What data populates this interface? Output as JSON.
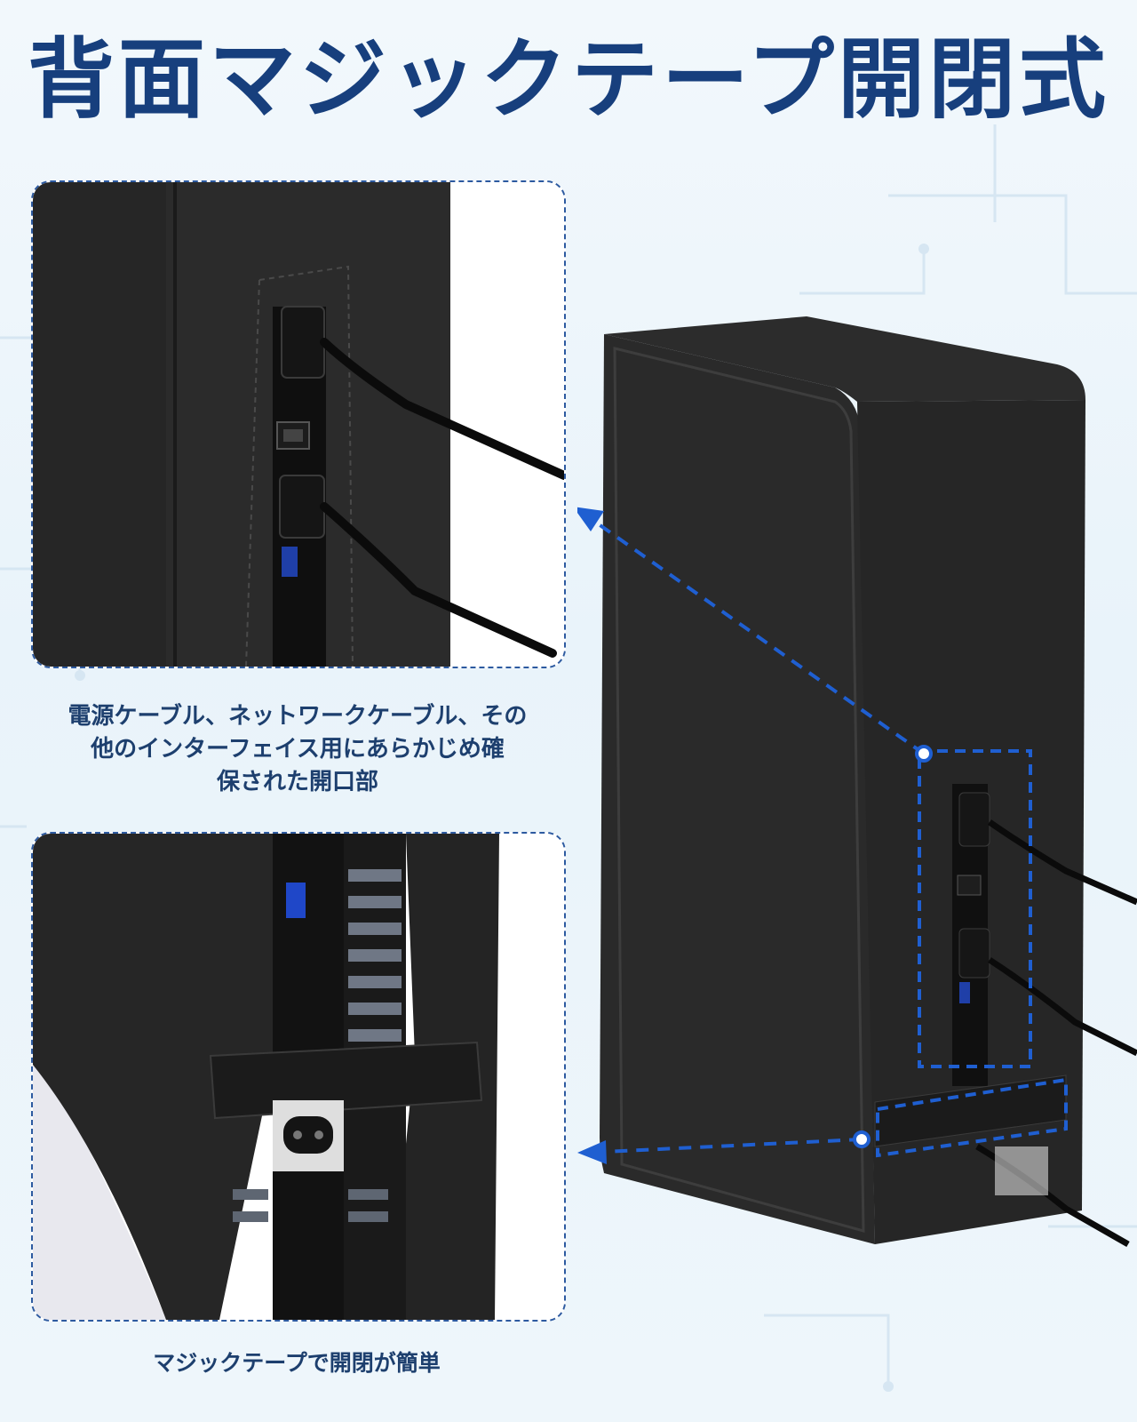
{
  "headline": "背面マジックテープ開閉式",
  "captions": {
    "ports_line1": "電源ケーブル、ネットワークケーブル、その",
    "ports_line2": "他のインターフェイス用にあらかじめ確",
    "ports_line3": "保された開口部",
    "velcro": "マジックテープで開閉が簡単"
  },
  "colors": {
    "headline": "#173f7d",
    "caption": "#1d3f6e",
    "callout": "#1f5fd1",
    "cover": "#222222",
    "background": "#eef6fb"
  },
  "icons": [
    "usb-port-icon",
    "ethernet-port-icon",
    "power-socket-icon",
    "arrow-left-icon"
  ]
}
